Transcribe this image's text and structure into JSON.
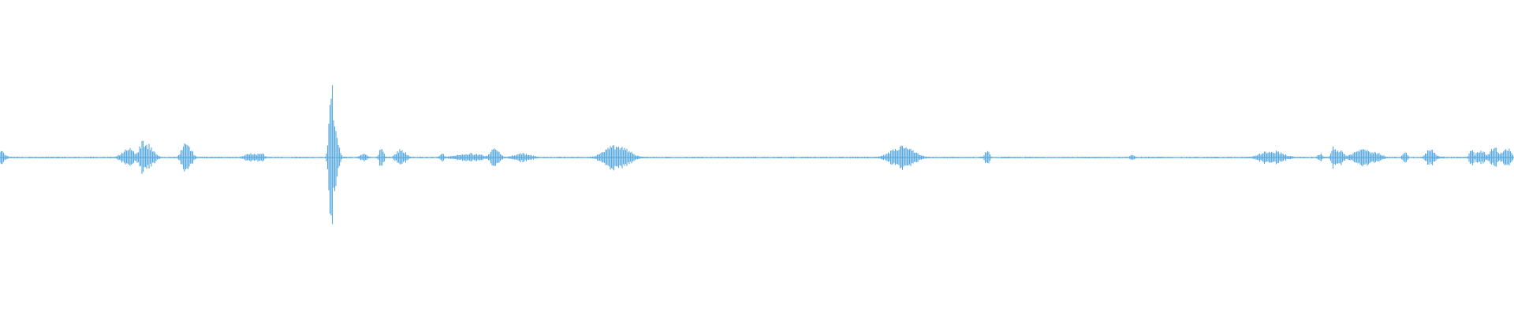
{
  "waveform": {
    "color": "#5aaae0",
    "baseline_color": "#5aaae0",
    "peak_scale": 1.0,
    "events": [
      {
        "t": 0.0,
        "amp": 0.05,
        "width": 0.004
      },
      {
        "t": 0.085,
        "amp": 0.06,
        "width": 0.006
      },
      {
        "t": 0.095,
        "amp": 0.12,
        "width": 0.004
      },
      {
        "t": 0.098,
        "amp": 0.09,
        "width": 0.005
      },
      {
        "t": 0.122,
        "amp": 0.11,
        "width": 0.003
      },
      {
        "t": 0.124,
        "amp": 0.08,
        "width": 0.004
      },
      {
        "t": 0.166,
        "amp": 0.03,
        "width": 0.006
      },
      {
        "t": 0.172,
        "amp": 0.04,
        "width": 0.003
      },
      {
        "t": 0.219,
        "amp": 0.5,
        "width": 0.002
      },
      {
        "t": 0.221,
        "amp": 0.2,
        "width": 0.003
      },
      {
        "t": 0.24,
        "amp": 0.03,
        "width": 0.003
      },
      {
        "t": 0.252,
        "amp": 0.07,
        "width": 0.002
      },
      {
        "t": 0.265,
        "amp": 0.06,
        "width": 0.004
      },
      {
        "t": 0.292,
        "amp": 0.03,
        "width": 0.002
      },
      {
        "t": 0.31,
        "amp": 0.03,
        "width": 0.012
      },
      {
        "t": 0.327,
        "amp": 0.07,
        "width": 0.004
      },
      {
        "t": 0.345,
        "amp": 0.03,
        "width": 0.008
      },
      {
        "t": 0.407,
        "amp": 0.09,
        "width": 0.01
      },
      {
        "t": 0.412,
        "amp": 0.06,
        "width": 0.008
      },
      {
        "t": 0.596,
        "amp": 0.08,
        "width": 0.01
      },
      {
        "t": 0.652,
        "amp": 0.05,
        "width": 0.002
      },
      {
        "t": 0.748,
        "amp": 0.02,
        "width": 0.002
      },
      {
        "t": 0.84,
        "amp": 0.05,
        "width": 0.01
      },
      {
        "t": 0.872,
        "amp": 0.03,
        "width": 0.002
      },
      {
        "t": 0.881,
        "amp": 0.08,
        "width": 0.002
      },
      {
        "t": 0.885,
        "amp": 0.05,
        "width": 0.004
      },
      {
        "t": 0.9,
        "amp": 0.06,
        "width": 0.008
      },
      {
        "t": 0.908,
        "amp": 0.04,
        "width": 0.006
      },
      {
        "t": 0.928,
        "amp": 0.04,
        "width": 0.002
      },
      {
        "t": 0.945,
        "amp": 0.06,
        "width": 0.004
      },
      {
        "t": 0.972,
        "amp": 0.06,
        "width": 0.002
      },
      {
        "t": 0.978,
        "amp": 0.05,
        "width": 0.004
      },
      {
        "t": 0.987,
        "amp": 0.07,
        "width": 0.004
      },
      {
        "t": 0.995,
        "amp": 0.07,
        "width": 0.004
      }
    ],
    "noise_floor": 0.004
  }
}
